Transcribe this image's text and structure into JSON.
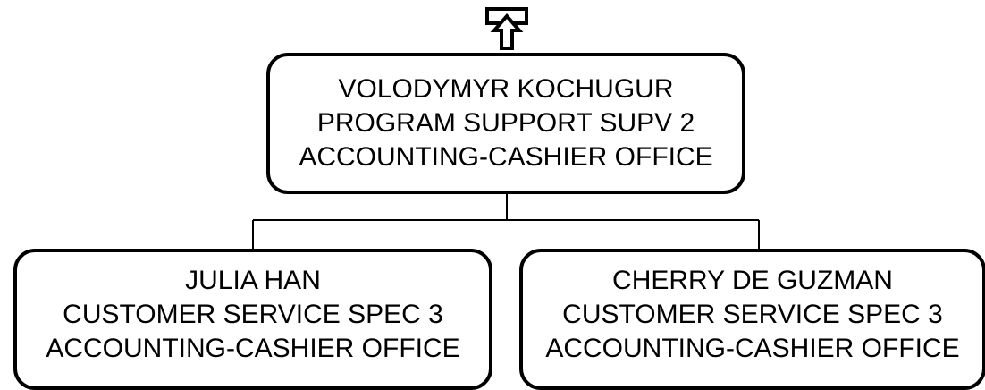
{
  "manager": {
    "name": "VOLODYMYR KOCHUGUR",
    "title": "PROGRAM SUPPORT SUPV 2",
    "department": "ACCOUNTING-CASHIER OFFICE"
  },
  "reports": [
    {
      "name": "JULIA HAN",
      "title": "CUSTOMER SERVICE SPEC 3",
      "department": "ACCOUNTING-CASHIER OFFICE"
    },
    {
      "name": "CHERRY DE GUZMAN",
      "title": "CUSTOMER SERVICE SPEC 3",
      "department": "ACCOUNTING-CASHIER OFFICE"
    }
  ],
  "icons": {
    "up_arrow": "up-arrow-icon"
  }
}
